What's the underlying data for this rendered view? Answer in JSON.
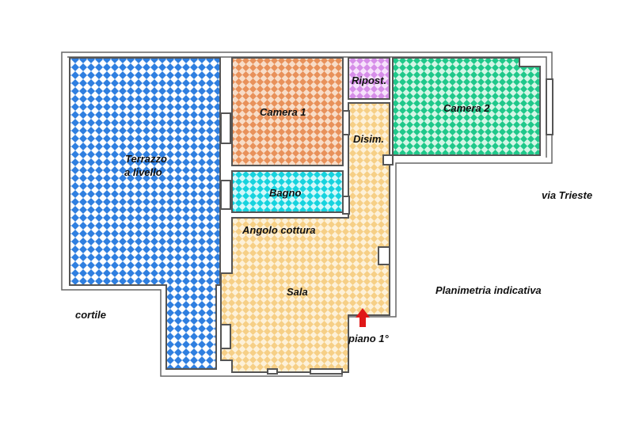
{
  "rooms": {
    "terrazzo_line1": "Terrazzo",
    "terrazzo_line2": "a livello",
    "camera1": "Camera 1",
    "ripostiglio": "Ripost.",
    "camera2": "Camera 2",
    "disimpegno": "Disim.",
    "bagno": "Bagno",
    "angolo_cottura": "Angolo cottura",
    "sala": "Sala"
  },
  "labels": {
    "via": "via Trieste",
    "planimetria": "Planimetria indicativa",
    "cortile": "cortile",
    "piano": "piano 1°"
  },
  "colors": {
    "terrazzo": "#2f7fe0",
    "camera1": "#e8915a",
    "ripostiglio": "#d68ee8",
    "camera2": "#1fc88a",
    "bagno": "#16d3de",
    "living": "#f6cf86",
    "wall": "#555555",
    "arrow": "#e01818"
  },
  "icons": {
    "entrance": "red-arrow-up-icon"
  }
}
